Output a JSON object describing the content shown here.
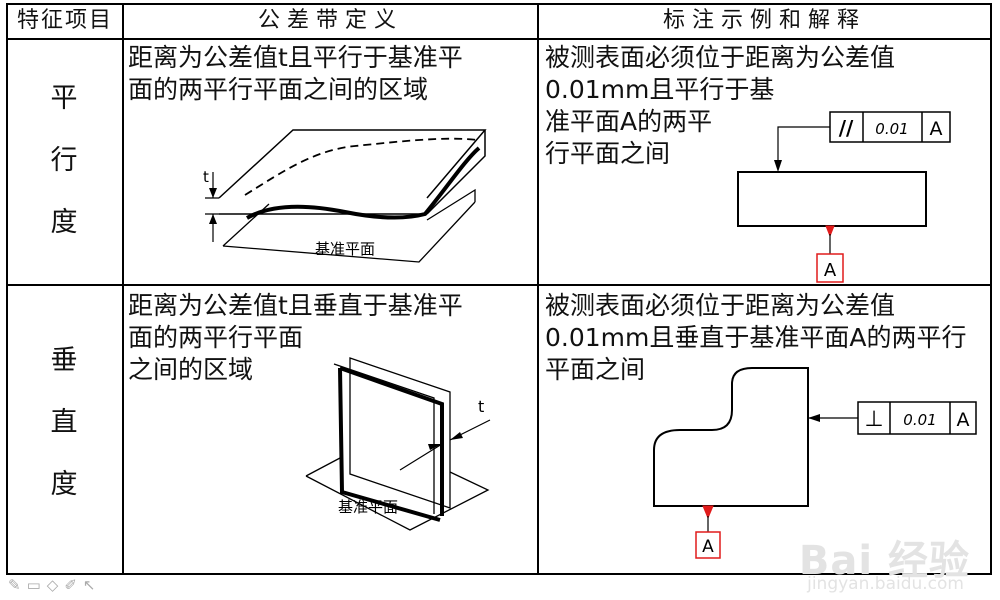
{
  "header": {
    "col1": "特征项目",
    "col2": "公差带定义",
    "col3": "标注示例和解释"
  },
  "rows": [
    {
      "feature": [
        "平",
        "行",
        "度"
      ],
      "definition_lines": [
        "距离为公差值t且平行于基准平",
        "面的两平行平面之间的区域"
      ],
      "definition_figure": {
        "t_label": "t",
        "datum_plane_label": "基准平面"
      },
      "example_lines": [
        "被测表面必须位于距离为公差值",
        "0.01mm且平行于基",
        "准平面A的两平",
        "行平面之间"
      ],
      "frame": {
        "symbol": "//",
        "tolerance": "0.01",
        "datum": "A"
      },
      "datum_label": "A"
    },
    {
      "feature": [
        "垂",
        "直",
        "度"
      ],
      "definition_lines": [
        "距离为公差值t且垂直于基准平",
        "面的两平行平面",
        "之间的区域"
      ],
      "definition_figure": {
        "t_label": "t",
        "datum_plane_label": "基准平面"
      },
      "example_lines": [
        "被测表面必须位于距离为公差值",
        "0.01mm且垂直于基准平面A的两平行",
        "平面之间"
      ],
      "frame": {
        "symbol": "⊥",
        "tolerance": "0.01",
        "datum": "A"
      },
      "datum_label": "A"
    }
  ],
  "watermark": {
    "brand": "Bai 经验",
    "url": "jingyan.baidu.com"
  },
  "toolbar_icons": [
    "pen-icon",
    "tablet-icon",
    "eraser-icon",
    "brush-icon",
    "pointer-icon"
  ],
  "colors": {
    "datum_red": "#e11b1b",
    "line": "#000000"
  }
}
